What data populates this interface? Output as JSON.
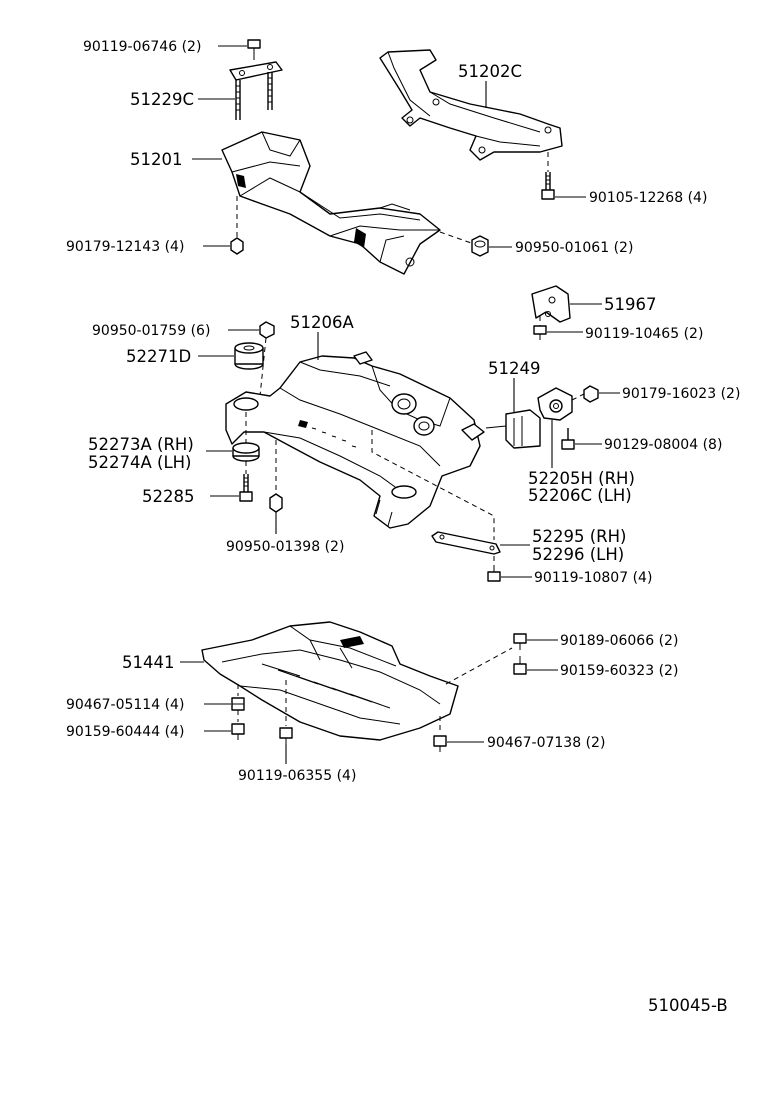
{
  "drawing_number": "510045-B",
  "groups": {
    "crossmember": {
      "labels": {
        "l_90119_06746": "90119-06746 (2)",
        "l_51229C": "51229C",
        "l_51201": "51201",
        "l_90179_12143": "90179-12143 (4)",
        "l_51202C": "51202C",
        "l_90105_12268": "90105-12268 (4)",
        "l_90950_01061": "90950-01061 (2)"
      }
    },
    "suspension_member": {
      "labels": {
        "l_51967": "51967",
        "l_90119_10465": "90119-10465 (2)",
        "l_90950_01759": "90950-01759 (6)",
        "l_51206A": "51206A",
        "l_52271D": "52271D",
        "l_51249": "51249",
        "l_90179_16023": "90179-16023 (2)",
        "l_90129_08004": "90129-08004 (8)",
        "l_52273A": "52273A (RH)",
        "l_52274A": "52274A (LH)",
        "l_52205H": "52205H (RH)",
        "l_52206C": "52206C (LH)",
        "l_52285": "52285",
        "l_52295": "52295 (RH)",
        "l_52296": "52296 (LH)",
        "l_90950_01398": "90950-01398 (2)",
        "l_90119_10807": "90119-10807 (4)"
      }
    },
    "under_cover": {
      "labels": {
        "l_90189_06066": "90189-06066 (2)",
        "l_51441": "51441",
        "l_90159_60323": "90159-60323 (2)",
        "l_90467_05114": "90467-05114 (4)",
        "l_90159_60444": "90159-60444 (4)",
        "l_90467_07138": "90467-07138 (2)",
        "l_90119_06355": "90119-06355 (4)"
      }
    }
  }
}
